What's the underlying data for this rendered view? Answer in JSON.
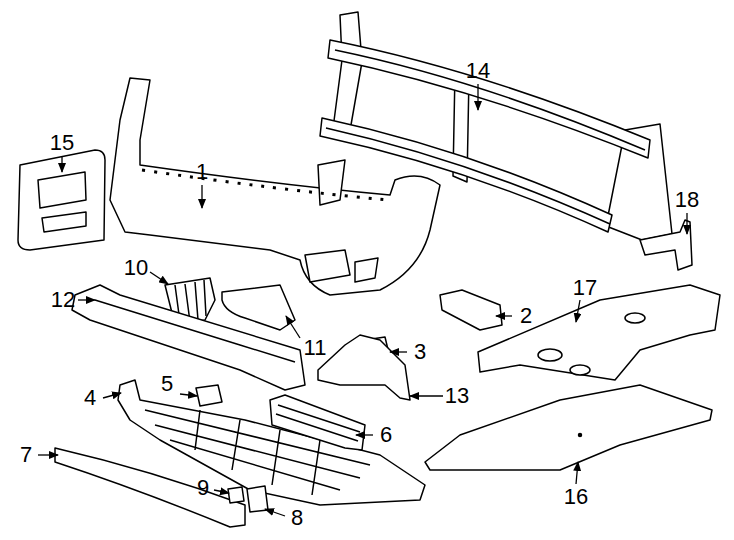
{
  "diagram": {
    "labels": [
      "14",
      "15",
      "1",
      "18",
      "10",
      "17",
      "12",
      "2",
      "11",
      "3",
      "5",
      "4",
      "13",
      "6",
      "7",
      "9",
      "16",
      "8"
    ]
  }
}
